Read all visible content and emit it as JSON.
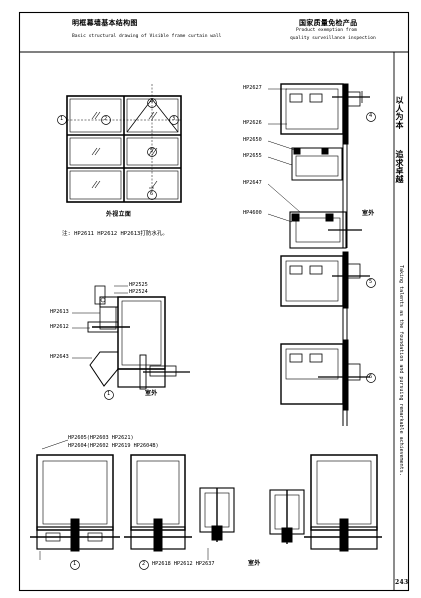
{
  "header": {
    "title_cn": "明框幕墙基本结构图",
    "title_en": "Basic structural drawing of Visible frame curtain wall",
    "badge_cn": "国家质量免检产品",
    "badge_en_1": "Product exemption from",
    "badge_en_2": "quality surveillance inspection"
  },
  "side": {
    "motto_1": "以人为本",
    "motto_2": "追求卓越",
    "motto_en": "Taking talents as the foundation and pursuing remarkable achievements."
  },
  "elevation": {
    "caption": "外视立面",
    "note": "注: HP2611 HP2612 HP2613打防水孔。",
    "markers": {
      "m1": "1",
      "m2": "2",
      "m3": "3",
      "m4": "4",
      "m5": "5",
      "m6": "6"
    }
  },
  "corner_detail": {
    "labels": [
      "HP2525",
      "HP2524",
      "HP2613",
      "HP2612",
      "HP2643"
    ],
    "marker": "1",
    "side_text": "室外"
  },
  "vertical_section": {
    "labels": [
      "HP2627",
      "HP2626",
      "HP2650",
      "HP2655",
      "HP2647",
      "HP4600"
    ],
    "markers": {
      "m4": "4",
      "m5": "5",
      "m6": "6"
    },
    "side_text": "室外"
  },
  "bottom_sections": {
    "label_a": "HP2605(HP2603 HP2621)",
    "label_b": "HP2604(HP2602 HP2619 HP2604B)",
    "bottom_label": "HP2618  HP2612  HP2637",
    "marker_1": "1",
    "marker_2": "2",
    "side_text": "室外"
  },
  "page_number": "243"
}
